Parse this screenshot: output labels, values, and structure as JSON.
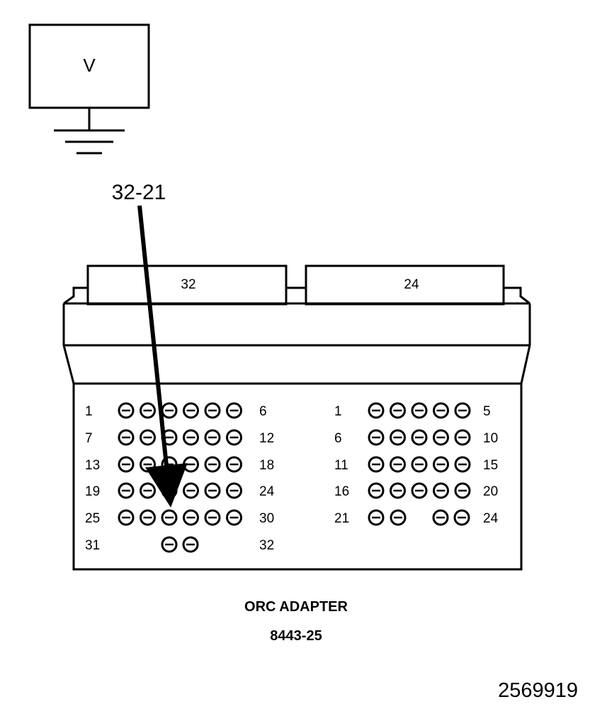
{
  "meter": {
    "label": "V"
  },
  "probe": {
    "label": "32-21"
  },
  "connectors": [
    {
      "label": "32"
    },
    {
      "label": "24"
    }
  ],
  "left_block": {
    "rows": [
      {
        "start": "1",
        "end": "6",
        "pins": 6
      },
      {
        "start": "7",
        "end": "12",
        "pins": 6
      },
      {
        "start": "13",
        "end": "18",
        "pins": 6
      },
      {
        "start": "19",
        "end": "24",
        "pins": 6
      },
      {
        "start": "25",
        "end": "30",
        "pins": 6
      },
      {
        "start": "31",
        "end": "32",
        "pins": 2
      }
    ]
  },
  "right_block": {
    "rows": [
      {
        "start": "1",
        "end": "5",
        "pins": 5
      },
      {
        "start": "6",
        "end": "10",
        "pins": 5
      },
      {
        "start": "11",
        "end": "15",
        "pins": 5
      },
      {
        "start": "16",
        "end": "20",
        "pins": 5
      },
      {
        "start": "21",
        "end": "24",
        "pins": 4
      }
    ]
  },
  "caption": {
    "title": "ORC ADAPTER",
    "part_number": "8443-25"
  },
  "figure_id": "2569919",
  "colors": {
    "ink": "#000000",
    "background": "#ffffff"
  }
}
